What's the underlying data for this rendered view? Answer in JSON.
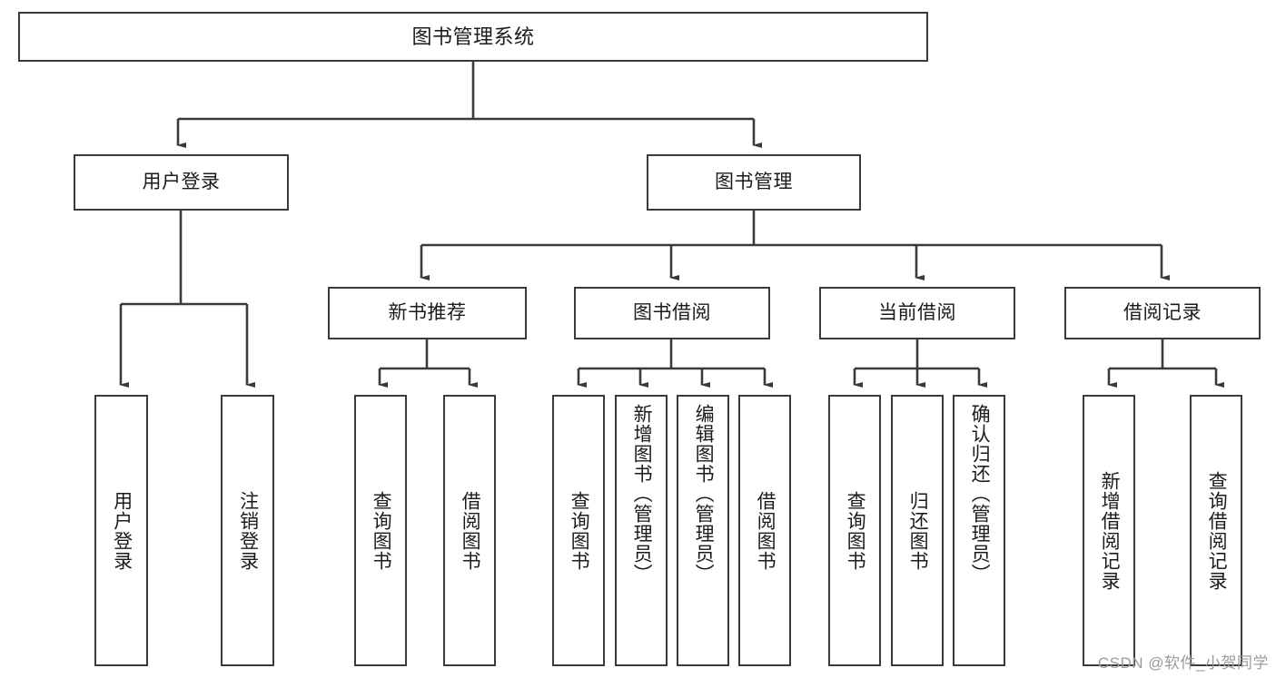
{
  "diagram": {
    "title": "图书管理系统",
    "type": "tree-hierarchy-chart",
    "watermark": "CSDN @软件_小贺同学",
    "colors": {
      "background": "#ffffff",
      "box_border": "#3a3a3a",
      "connector": "#3a3a3a",
      "text": "#1b1b1b",
      "watermark": "#9a9a9a"
    },
    "root": {
      "label": "图书管理系统"
    },
    "level2": [
      {
        "label": "用户登录"
      },
      {
        "label": "图书管理"
      }
    ],
    "level3": [
      {
        "label": "新书推荐"
      },
      {
        "label": "图书借阅"
      },
      {
        "label": "当前借阅"
      },
      {
        "label": "借阅记录"
      }
    ],
    "leaves": {
      "user_login": [
        {
          "label": "用户登录"
        },
        {
          "label": "注销登录"
        }
      ],
      "new_book_recommend": [
        {
          "label": "查询图书"
        },
        {
          "label": "借阅图书"
        }
      ],
      "book_borrow": [
        {
          "label": "查询图书"
        },
        {
          "label": "新增图书（管理员）"
        },
        {
          "label": "编辑图书（管理员）"
        },
        {
          "label": "借阅图书"
        }
      ],
      "current_borrow": [
        {
          "label": "查询图书"
        },
        {
          "label": "归还图书"
        },
        {
          "label": "确认归还（管理员）"
        }
      ],
      "borrow_record": [
        {
          "label": "新增借阅记录"
        },
        {
          "label": "查询借阅记录"
        }
      ]
    }
  }
}
